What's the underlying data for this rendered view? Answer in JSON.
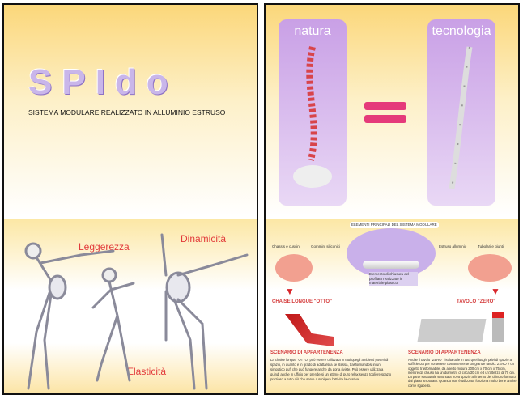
{
  "left_page": {
    "logo": "SPIdo",
    "subtitle": "SISTEMA MODULARE REALIZZATO IN ALLUMINIO ESTRUSO",
    "words": [
      "Leggerezza",
      "Dinamicità",
      "Elasticità"
    ]
  },
  "right_page": {
    "natura": "natura",
    "tecnologia": "tecnologia",
    "diagram": {
      "title": "ELEMENTI PRINCIPALI DEL SISTEMA MODULARE",
      "labels": [
        "Chassis e cuscini",
        "Gommini siliconici",
        "Estruso alluminio",
        "Tubolari e giunti"
      ],
      "closure_note": "Elemento di chiusura del profilato realizzato in materiale plastico",
      "product_left": "CHAISE LONGUE \"OTTO\"",
      "product_right": "TAVOLO \"ZERO\"",
      "scenario_left_title": "SCENARIO DI APPARTENENZA",
      "scenario_left_text": "La chaise longue \"OTTO\" può essere utilizzata in tutti quegli ambienti poveri di spazio, in quanto è in grado di adattarsi a se stessa, trasformandosi in un simpatico puff che può fungere anche da porta riviste. Può essere utilizzata quindi anche in ufficio per prendersi un attimo di puro relax senza togliere spazio prezioso a tutto ciò che serve a svolgere l'attività lavorativa.",
      "scenario_right_title": "SCENARIO DI APPARTENENZA",
      "scenario_right_text": "Anche il tavolo \"ZERO\" risulta utile in tutti quei luoghi privi di spazio a sufficienza per contenere costantemente un grande tavolo. ZERO è un oggetto trasformabile, da aperto misura 200 cm x 70 cm x 75 cm, mentre da chiuso ha un diametro di circa 30 cm ed un'altezza di 70 cm. La parte strutturale smontata trova spazio all'interno del cilindro formato dal piano arrotolato. Quando non è utilizzato funziona molto bene anche come sgabello."
    }
  }
}
